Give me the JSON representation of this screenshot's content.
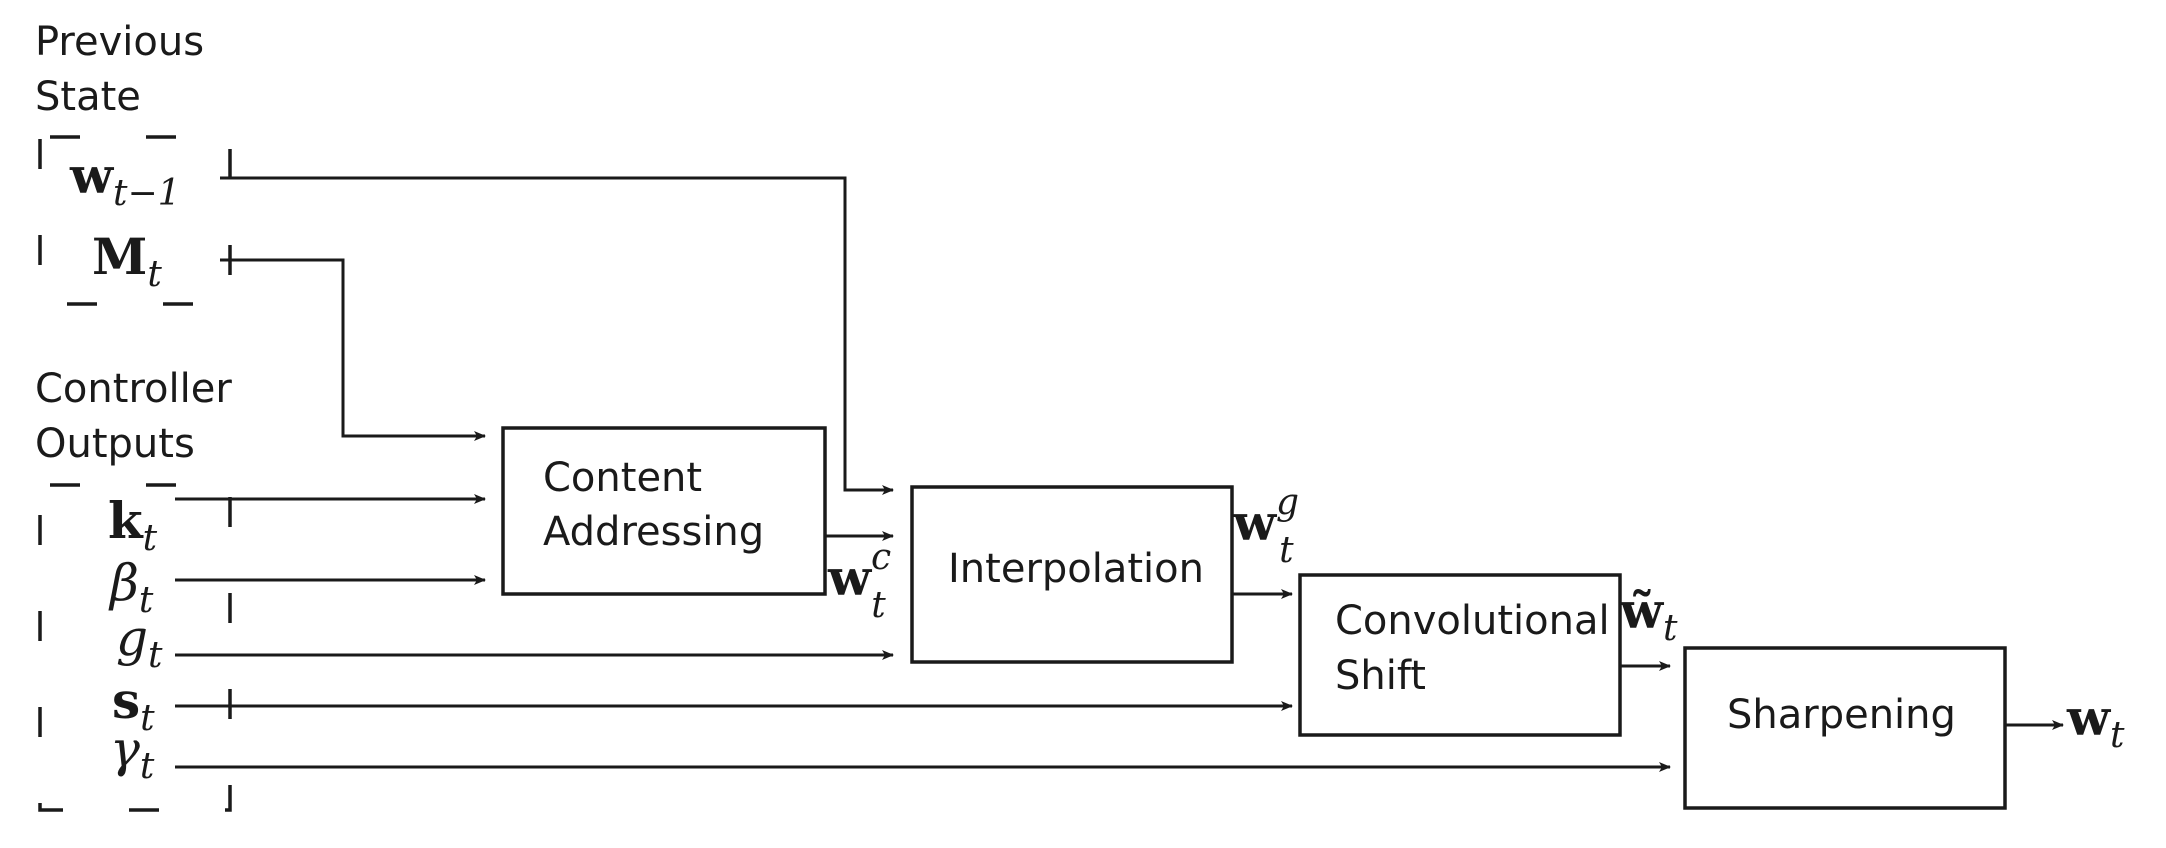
{
  "groups": {
    "previous_state": [
      "Previous",
      "State"
    ],
    "controller_outputs": [
      "Controller",
      "Outputs"
    ]
  },
  "blocks": {
    "content_addressing": [
      "Content",
      "Addressing"
    ],
    "interpolation": [
      "Interpolation"
    ],
    "convolutional_shift": [
      "Convolutional",
      "Shift"
    ],
    "sharpening": [
      "Sharpening"
    ]
  },
  "symbols": {
    "w_prev": {
      "base": "w",
      "sub": "t−1"
    },
    "memory": {
      "base": "M",
      "sub": "t"
    },
    "key": {
      "base": "k",
      "sub": "t"
    },
    "beta": {
      "base": "β",
      "sub": "t"
    },
    "gate": {
      "base": "g",
      "sub": "t"
    },
    "shift": {
      "base": "s",
      "sub": "t"
    },
    "gamma": {
      "base": "γ",
      "sub": "t"
    },
    "w_content": {
      "base": "w",
      "sub": "t",
      "sup": "c"
    },
    "w_gated": {
      "base": "w",
      "sub": "t",
      "sup": "g"
    },
    "w_shifted": {
      "base": "w̃",
      "sub": "t"
    },
    "w_out": {
      "base": "w",
      "sub": "t"
    }
  }
}
